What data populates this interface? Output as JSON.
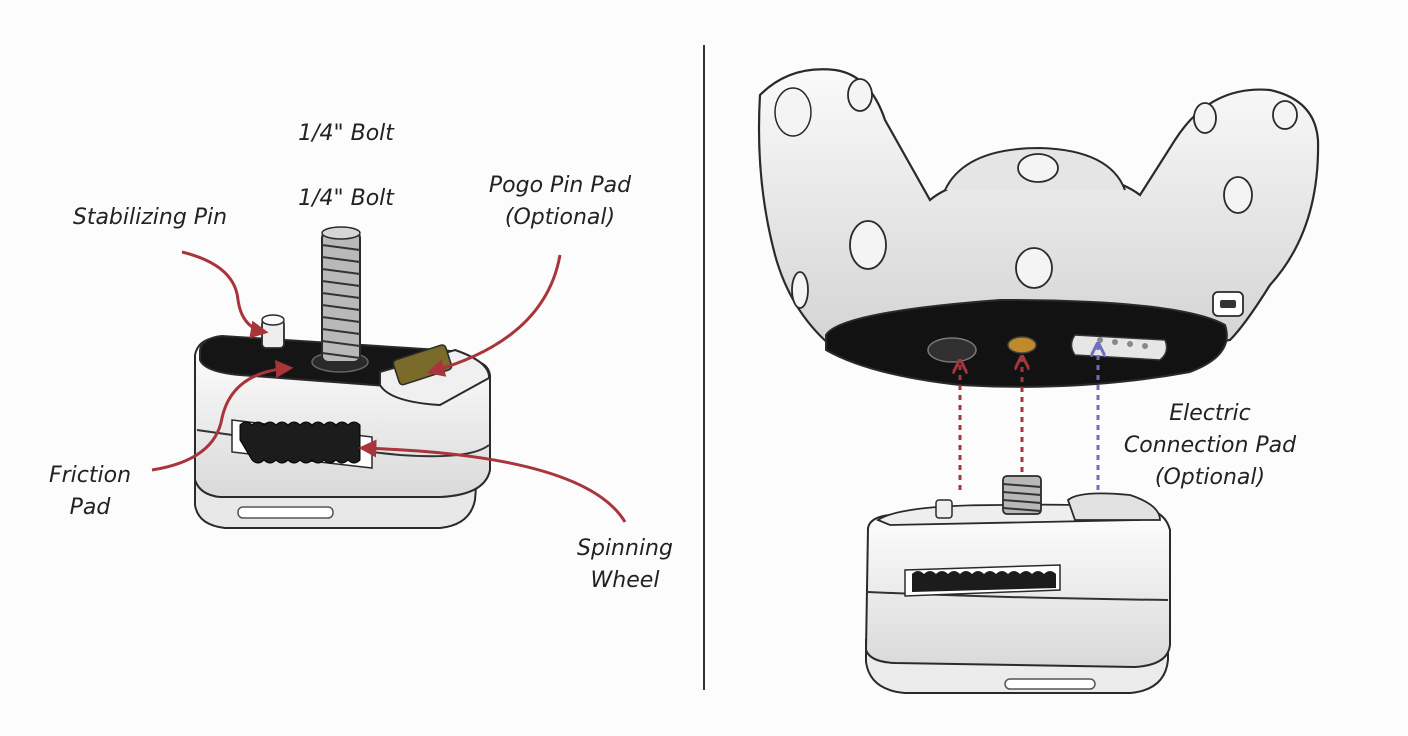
{
  "left_panel": {
    "labels": {
      "bolt_top": "1/4\" Bolt",
      "bolt": "1/4\" Bolt",
      "stabilizing_pin": "Stabilizing Pin",
      "pogo_pin_pad_line1": "Pogo Pin Pad",
      "pogo_pin_pad_line2": "(Optional)",
      "friction_pad_line1": "Friction",
      "friction_pad_line2": "Pad",
      "spinning_wheel_line1": "Spinning",
      "spinning_wheel_line2": "Wheel"
    }
  },
  "right_panel": {
    "labels": {
      "electric_line1": "Electric",
      "electric_line2": "Connection Pad",
      "electric_line3": "(Optional)"
    }
  },
  "colors": {
    "arrow_red": "#a8353a",
    "arrow_blue": "#6f6fc0",
    "device_body": "#f2f2f2",
    "device_dark": "#151515",
    "outline": "#2a2a2a"
  }
}
